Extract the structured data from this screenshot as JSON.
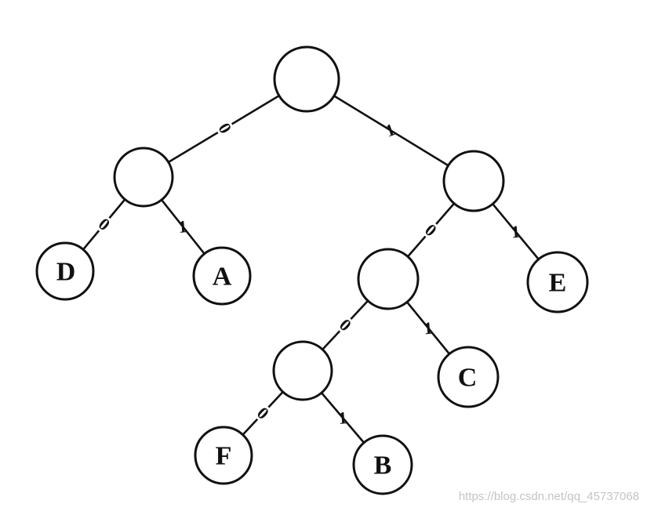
{
  "tree": {
    "children": [
      {
        "edge": "0",
        "children": [
          {
            "edge": "0",
            "label": "D"
          },
          {
            "edge": "1",
            "label": "A"
          }
        ]
      },
      {
        "edge": "1",
        "children": [
          {
            "edge": "0",
            "children": [
              {
                "edge": "0",
                "children": [
                  {
                    "edge": "0",
                    "label": "F"
                  },
                  {
                    "edge": "1",
                    "label": "B"
                  }
                ]
              },
              {
                "edge": "1",
                "label": "C"
              }
            ]
          },
          {
            "edge": "1",
            "label": "E"
          }
        ]
      }
    ]
  },
  "watermark": "https://blog.csdn.net/qq_45737068"
}
